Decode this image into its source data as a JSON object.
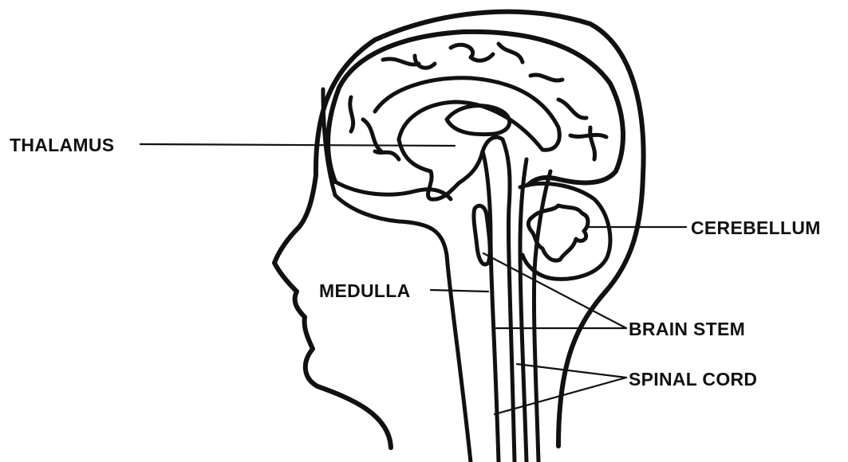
{
  "diagram": {
    "labels": {
      "thalamus": "THALAMUS",
      "cerebellum": "CEREBELLUM",
      "medulla": "MEDULLA",
      "brain_stem": "BRAIN STEM",
      "spinal_cord": "SPINAL CORD"
    },
    "colors": {
      "ink": "#111111",
      "background": "#ffffff"
    }
  }
}
